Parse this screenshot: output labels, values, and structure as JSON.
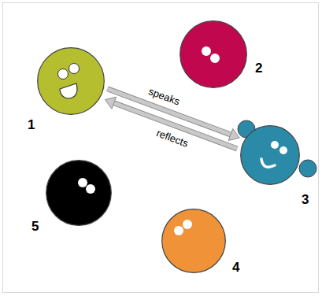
{
  "diagram": {
    "nodes": [
      {
        "text": [
          "1"
        ]
      },
      {
        "text": [
          "2"
        ]
      },
      {
        "text": [
          "3"
        ]
      },
      {
        "text": [
          "4"
        ]
      },
      {
        "text": [
          "5"
        ]
      }
    ],
    "edges": [
      {
        "from": 0,
        "to": 2,
        "label": "speaks",
        "arrow": "to"
      },
      {
        "from": 2,
        "to": 0,
        "label": "reflects",
        "arrow": "to"
      }
    ]
  }
}
